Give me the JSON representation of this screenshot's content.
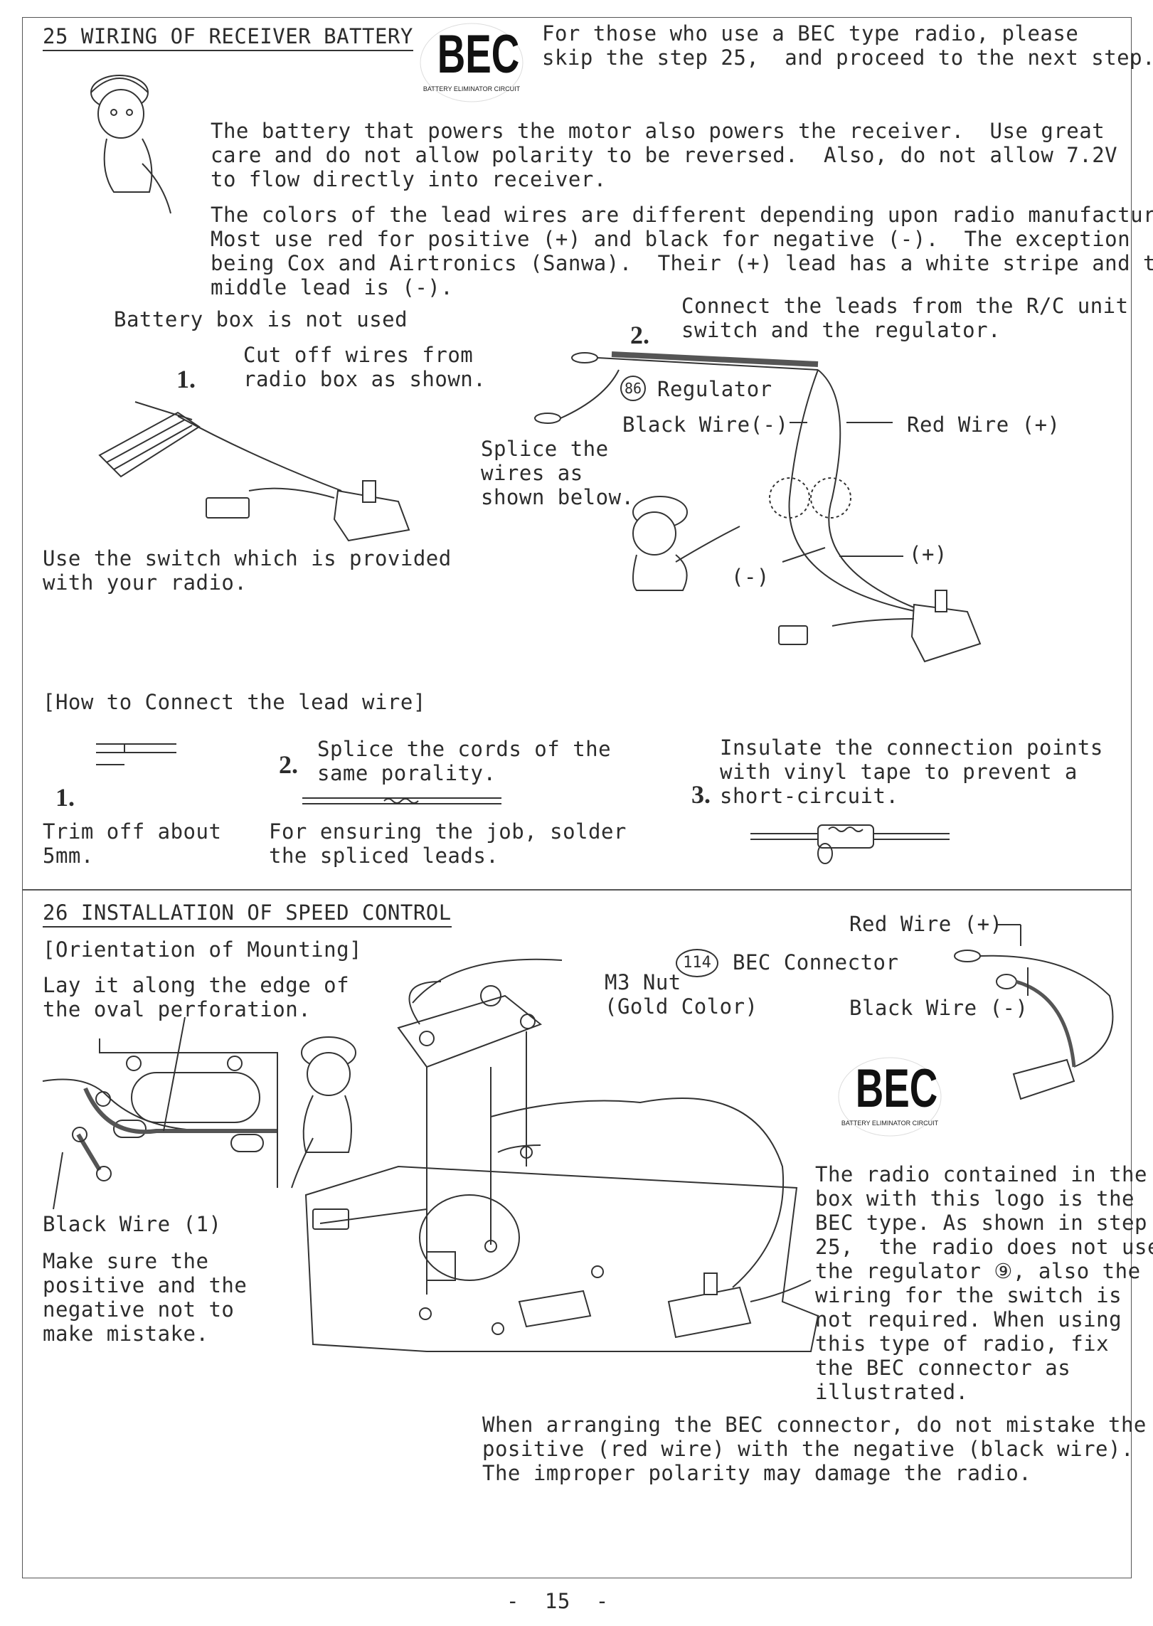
{
  "section25": {
    "title": "25 WIRING OF RECEIVER BATTERY",
    "bec_note": "For those who use a BEC type radio, please\nskip the step 25,  and proceed to the next step.",
    "para1": "The battery that powers the motor also powers the receiver.  Use great\ncare and do not allow polarity to be reversed.  Also, do not allow 7.2V\nto flow directly into receiver.",
    "para2": "The colors of the lead wires are different depending upon radio manufacturer.\nMost use red for positive (+) and black for negative (-).  The exception\nbeing Cox and Airtronics (Sanwa).  Their (+) lead has a white stripe and the\nmiddle lead is (-).",
    "battery_box": "Battery box is not used",
    "step1_num": "1.",
    "step1_text": "Cut off wires from\nradio box as shown.",
    "switch_note": "Use the switch which is provided\nwith your radio.",
    "step2_num": "2.",
    "step2_text": "Connect the leads from the R/C unit\nswitch and the regulator.",
    "regulator_label": "Regulator",
    "regulator_part": "86",
    "black_wire": "Black Wire(-)",
    "red_wire": "Red Wire (+)",
    "splice_text": "Splice the\nwires as\nshown below.",
    "minus": "(-)",
    "plus": "(+)"
  },
  "lead_wire": {
    "heading": "[How to Connect the lead wire]",
    "s1_num": "1.",
    "s1_text": "Trim off about\n5mm.",
    "s2_num": "2.",
    "s2_text": "Splice the cords of the\nsame porality.",
    "s2_note": "For ensuring the job, solder\nthe spliced leads.",
    "s3_num": "3.",
    "s3_text": "Insulate the connection points\nwith vinyl tape to prevent a\nshort-circuit."
  },
  "section26": {
    "title": "26 INSTALLATION OF SPEED CONTROL",
    "orientation": "[Orientation of Mounting]",
    "lay_text": "Lay it along the edge of\nthe oval perforation.",
    "black_wire1": "Black Wire (1)",
    "make_sure": "Make sure the\npositive and the\nnegative not to\nmake mistake.",
    "m3_nut": "M3 Nut\n(Gold Color)",
    "bec_connector_part": "114",
    "bec_connector": "BEC Connector",
    "red_wire": "Red Wire (+)",
    "black_wire": "Black Wire (-)",
    "radio_text": "The radio contained in the\nbox with this logo is the\nBEC type. As shown in step\n25,  the radio does not use\nthe regulator ⑨, also the\nwiring for the switch is\nnot required. When using\nthis type of radio, fix\nthe BEC connector as\nillustrated.",
    "arrange_text": "When arranging the BEC connector, do not mistake the\npositive (red wire) with the negative (black wire).\nThe improper polarity may damage the radio."
  },
  "logo": {
    "main": "BEC",
    "ring": "BATTERY ELIMINATOR CIRCUIT"
  },
  "footer": {
    "page": "-  15  -"
  }
}
